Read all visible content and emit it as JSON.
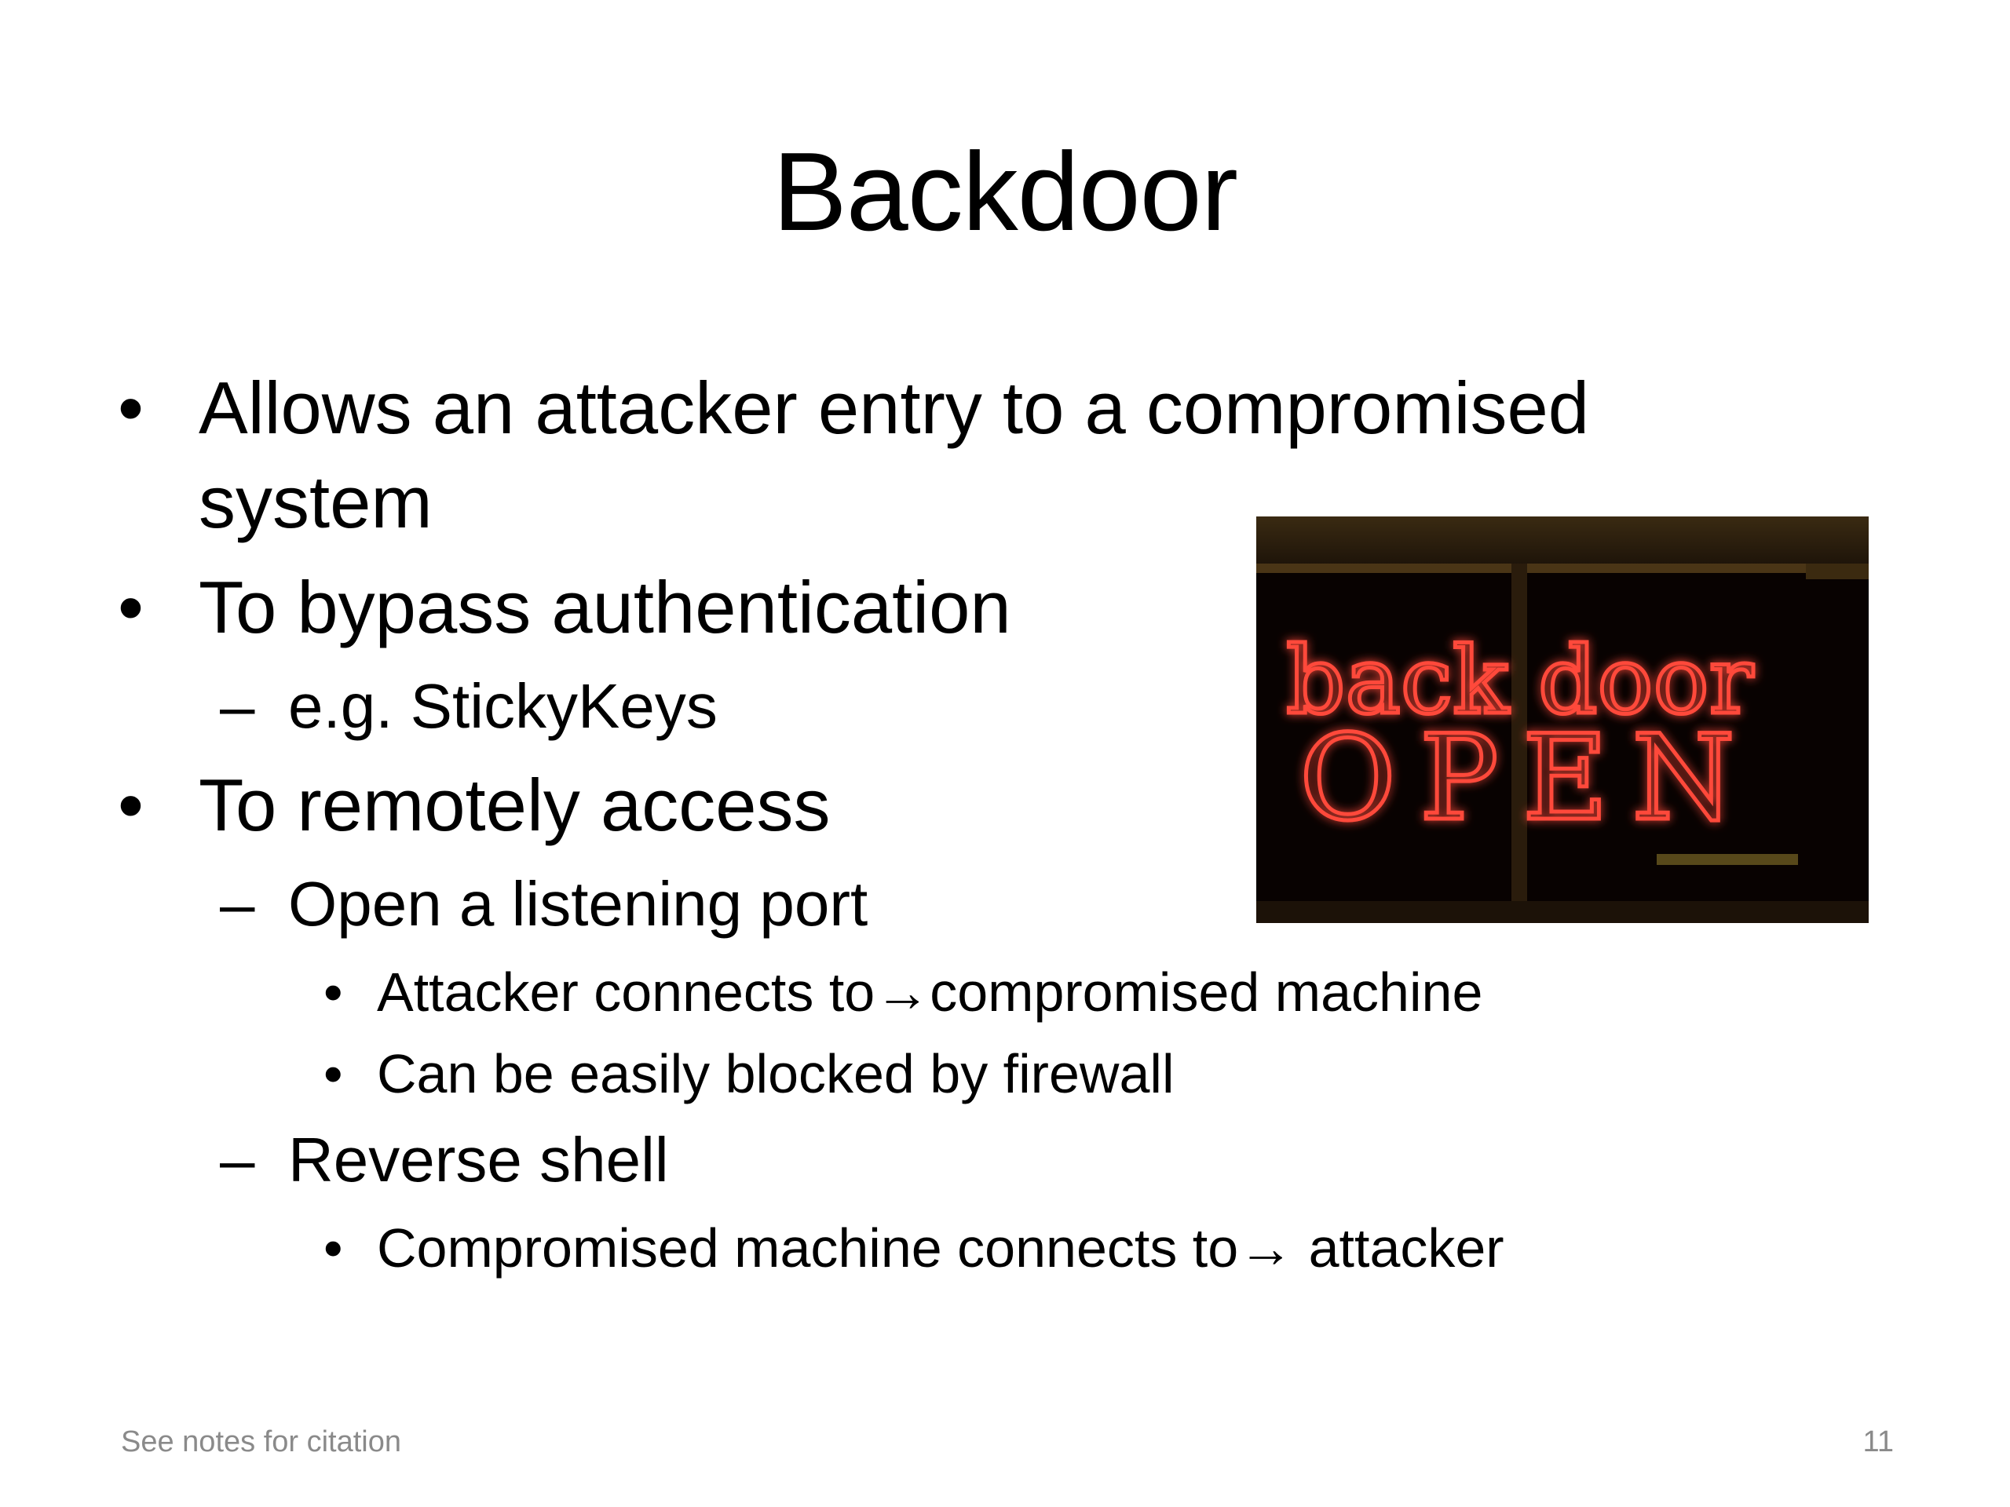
{
  "slide": {
    "title": "Backdoor",
    "bullet_char": "•",
    "dash_char": "–",
    "bullets": [
      {
        "text": "Allows an attacker entry to a compromised system"
      },
      {
        "text": "To bypass authentication"
      },
      {
        "text": "e.g. StickyKeys"
      },
      {
        "text": "To remotely access"
      },
      {
        "text": "Open a listening port"
      },
      {
        "text": "Attacker connects to→compromised machine"
      },
      {
        "text": "Can be easily blocked by firewall"
      },
      {
        "text": "Reverse shell"
      },
      {
        "text": "Compromised machine connects to→ attacker"
      }
    ],
    "image": {
      "sign_line1": "back door",
      "sign_line2": "OPEN",
      "neon_color": "#ff4a3a"
    },
    "footer": {
      "citation": "See notes for citation",
      "page_number": "11"
    }
  }
}
